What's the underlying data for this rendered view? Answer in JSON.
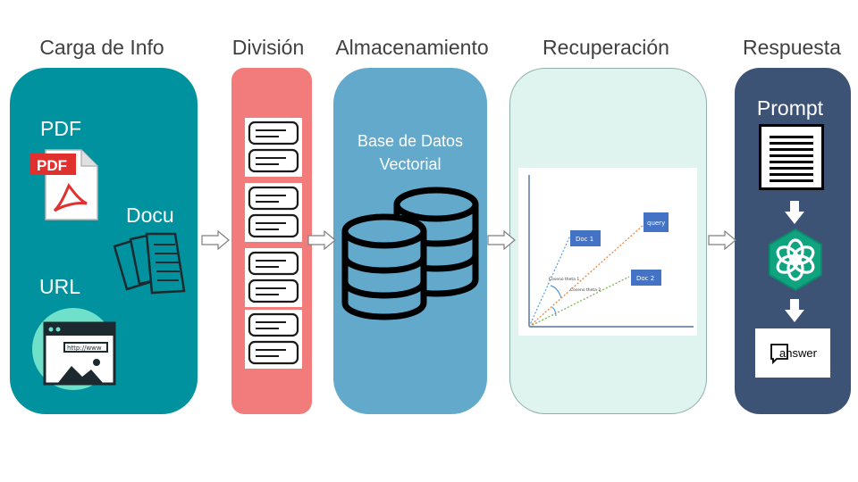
{
  "stages": {
    "carga": "Carga de Info",
    "division": "División",
    "almacenamiento": "Almacenamiento",
    "recuperacion": "Recuperación",
    "respuesta": "Respuesta"
  },
  "carga": {
    "pdf_label": "PDF",
    "pdf_icon_text": "PDF",
    "docu_label": "Docu",
    "url_label": "URL",
    "url_bar_text": "http://www"
  },
  "almacenamiento": {
    "db_line1": "Base de Datos",
    "db_line2": "Vectorial"
  },
  "recuperacion": {
    "doc1": "Doc 1",
    "doc2": "Doc 2",
    "query": "query",
    "theta1": "Coseno theta 1",
    "theta2": "Coseno theta 2"
  },
  "respuesta": {
    "prompt": "Prompt",
    "answer": "answer"
  },
  "colors": {
    "carga": "#00929f",
    "division": "#f27b7b",
    "almacenamiento": "#63a9cc",
    "recuperacion": "#dff4ef",
    "respuesta": "#3d5375",
    "gpt": "#10a37f"
  }
}
